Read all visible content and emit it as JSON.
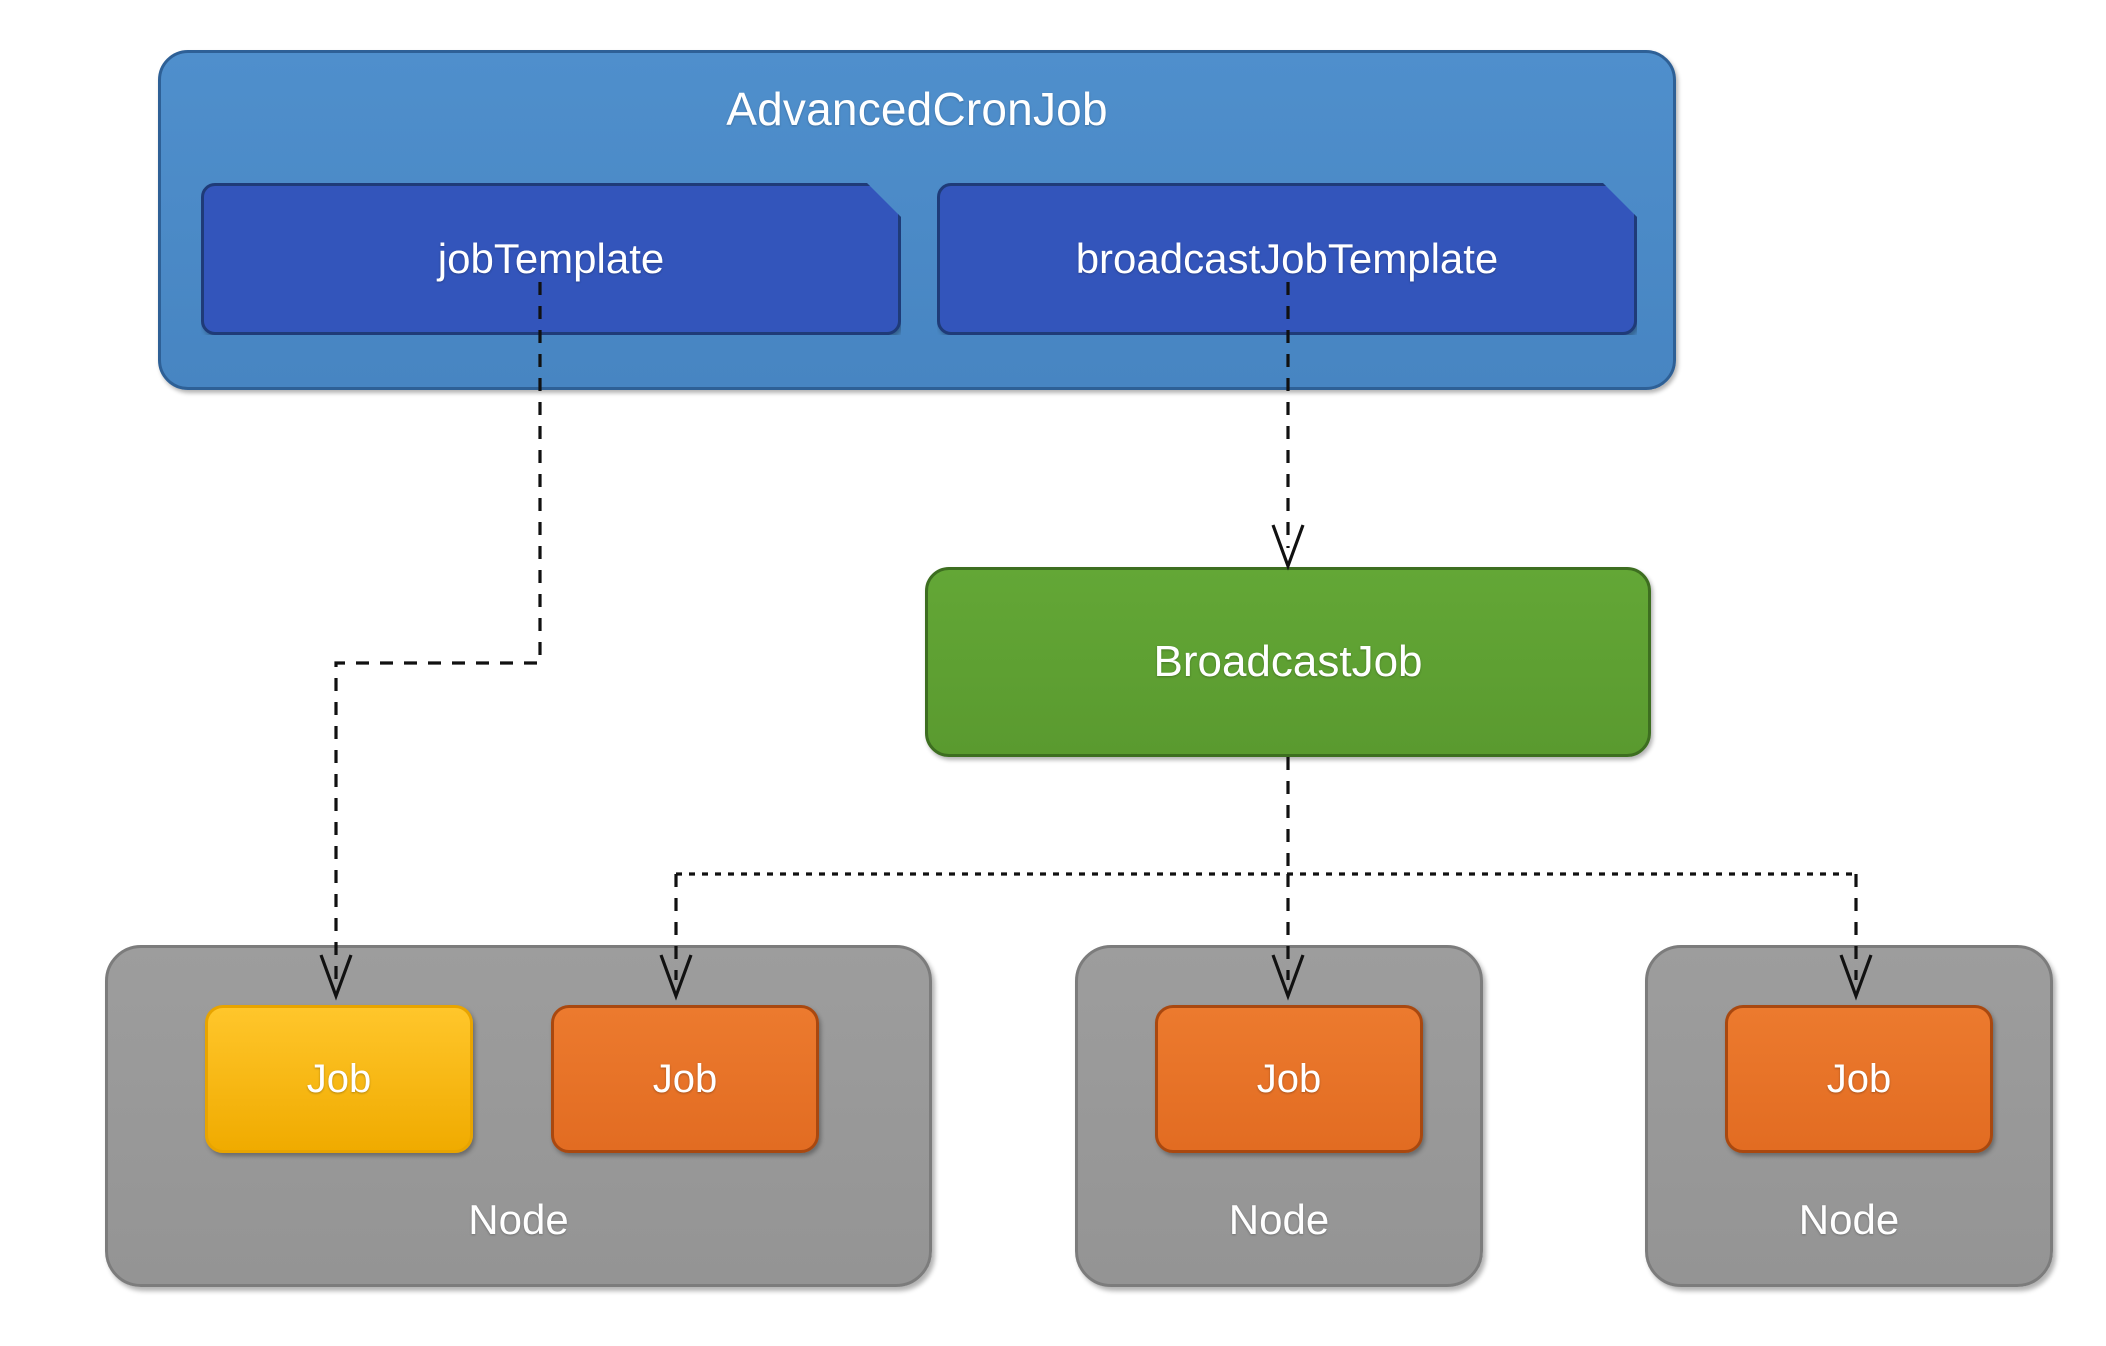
{
  "diagram": {
    "title": "AdvancedCronJob",
    "background_color": "#ffffff",
    "colors": {
      "advanced_cronjob_fill": "#4b8bc8",
      "advanced_cronjob_border": "#2e6096",
      "template_fill": "#3355bb",
      "template_border": "#1f3b78",
      "broadcastjob_fill": "#5c9e31",
      "broadcastjob_border": "#3d6e20",
      "node_fill": "#999999",
      "node_border": "#7c7c7c",
      "job_pending_fill": "#f5b500",
      "job_running_fill": "#e8722a",
      "job_running_border": "#a9480f",
      "connector_stroke": "#111111",
      "label_text": "#ffffff"
    }
  },
  "advanced_cronjob": {
    "label": "AdvancedCronJob",
    "templates": [
      {
        "id": "job-template",
        "label": "jobTemplate"
      },
      {
        "id": "broadcast-job-template",
        "label": "broadcastJobTemplate"
      }
    ]
  },
  "broadcast_job": {
    "label": "BroadcastJob"
  },
  "nodes": [
    {
      "id": "node-1",
      "label": "Node",
      "jobs": [
        {
          "id": "job-1",
          "label": "Job",
          "state": "pending"
        },
        {
          "id": "job-2",
          "label": "Job",
          "state": "running"
        }
      ]
    },
    {
      "id": "node-2",
      "label": "Node",
      "jobs": [
        {
          "id": "job-3",
          "label": "Job",
          "state": "running"
        }
      ]
    },
    {
      "id": "node-3",
      "label": "Node",
      "jobs": [
        {
          "id": "job-4",
          "label": "Job",
          "state": "running"
        }
      ]
    }
  ],
  "connectors": [
    {
      "id": "jobtemplate-to-job1",
      "from": "job-template",
      "to": "job-1",
      "style": "dashed",
      "arrow": true
    },
    {
      "id": "broadcasttemplate-to-broadcastjob",
      "from": "broadcast-job-template",
      "to": "broadcast-job",
      "style": "dashed",
      "arrow": true
    },
    {
      "id": "broadcastjob-to-job2",
      "from": "broadcast-job",
      "to": "job-2",
      "style": "dashed",
      "arrow": true
    },
    {
      "id": "broadcastjob-to-job3",
      "from": "broadcast-job",
      "to": "job-3",
      "style": "dashed",
      "arrow": true
    },
    {
      "id": "broadcastjob-to-job4",
      "from": "broadcast-job",
      "to": "job-4",
      "style": "dashed",
      "arrow": true
    }
  ]
}
